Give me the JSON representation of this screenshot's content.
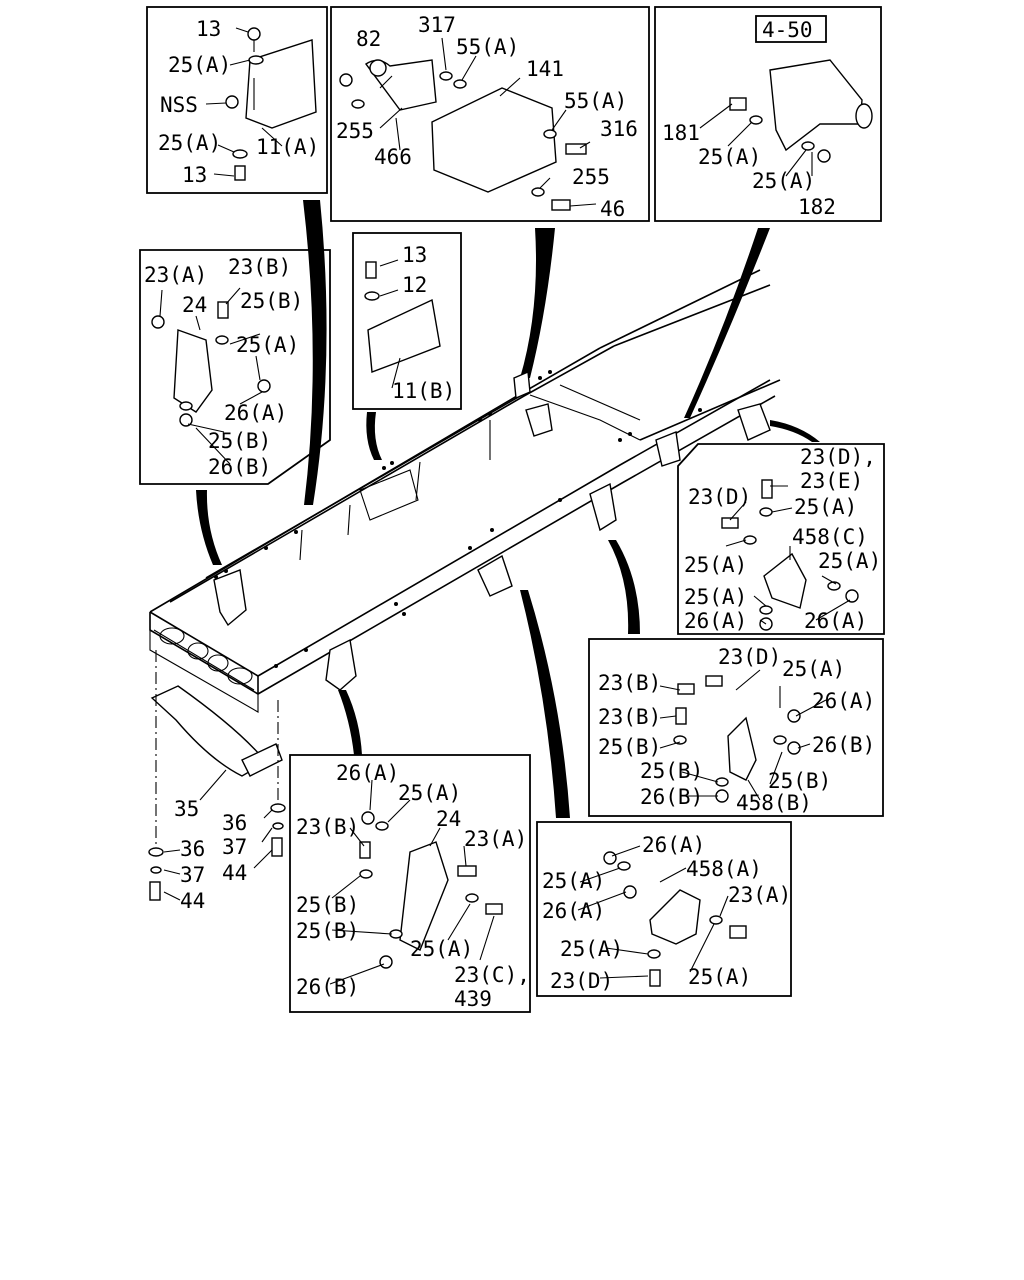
{
  "panels": [
    {
      "id": "front-bracket",
      "ref_box": null,
      "labels": [
        "13",
        "25(A)",
        "NSS",
        "25(A)",
        "11(A)",
        "13"
      ]
    },
    {
      "id": "cab-mount",
      "ref_box": null,
      "labels": [
        "317",
        "82",
        "55(A)",
        "141",
        "55(A)",
        "255",
        "316",
        "466",
        "255",
        "46"
      ]
    },
    {
      "id": "spring-hanger",
      "ref_box": "4-50",
      "labels": [
        "181",
        "25(A)",
        "25(A)",
        "182"
      ]
    },
    {
      "id": "left-bracket",
      "ref_box": null,
      "labels": [
        "23(A)",
        "23(B)",
        "24",
        "25(B)",
        "25(A)",
        "26(A)",
        "25(B)",
        "26(B)"
      ]
    },
    {
      "id": "small-bracket",
      "ref_box": null,
      "labels": [
        "13",
        "12",
        "11(B)"
      ]
    },
    {
      "id": "right-bracket-c",
      "ref_box": null,
      "labels": [
        "23(D),",
        "23(E)",
        "23(D)",
        "25(A)",
        "458(C)",
        "25(A)",
        "25(A)",
        "25(A)",
        "26(A)",
        "26(A)"
      ]
    },
    {
      "id": "right-bracket-b",
      "ref_box": null,
      "labels": [
        "23(D)",
        "23(B)",
        "25(A)",
        "26(A)",
        "23(B)",
        "25(B)",
        "26(B)",
        "25(B)",
        "25(B)",
        "26(B)",
        "458(B)"
      ]
    },
    {
      "id": "lower-left-bracket",
      "ref_box": null,
      "labels": [
        "26(A)",
        "25(A)",
        "24",
        "23(B)",
        "23(A)",
        "25(B)",
        "25(B)",
        "25(A)",
        "23(C),",
        "439",
        "26(B)"
      ]
    },
    {
      "id": "lower-right-bracket",
      "ref_box": null,
      "labels": [
        "26(A)",
        "458(A)",
        "25(A)",
        "23(A)",
        "26(A)",
        "25(A)",
        "25(A)",
        "23(D)"
      ]
    }
  ],
  "loose_labels": [
    "35",
    "36",
    "37",
    "44",
    "36",
    "37",
    "44"
  ]
}
